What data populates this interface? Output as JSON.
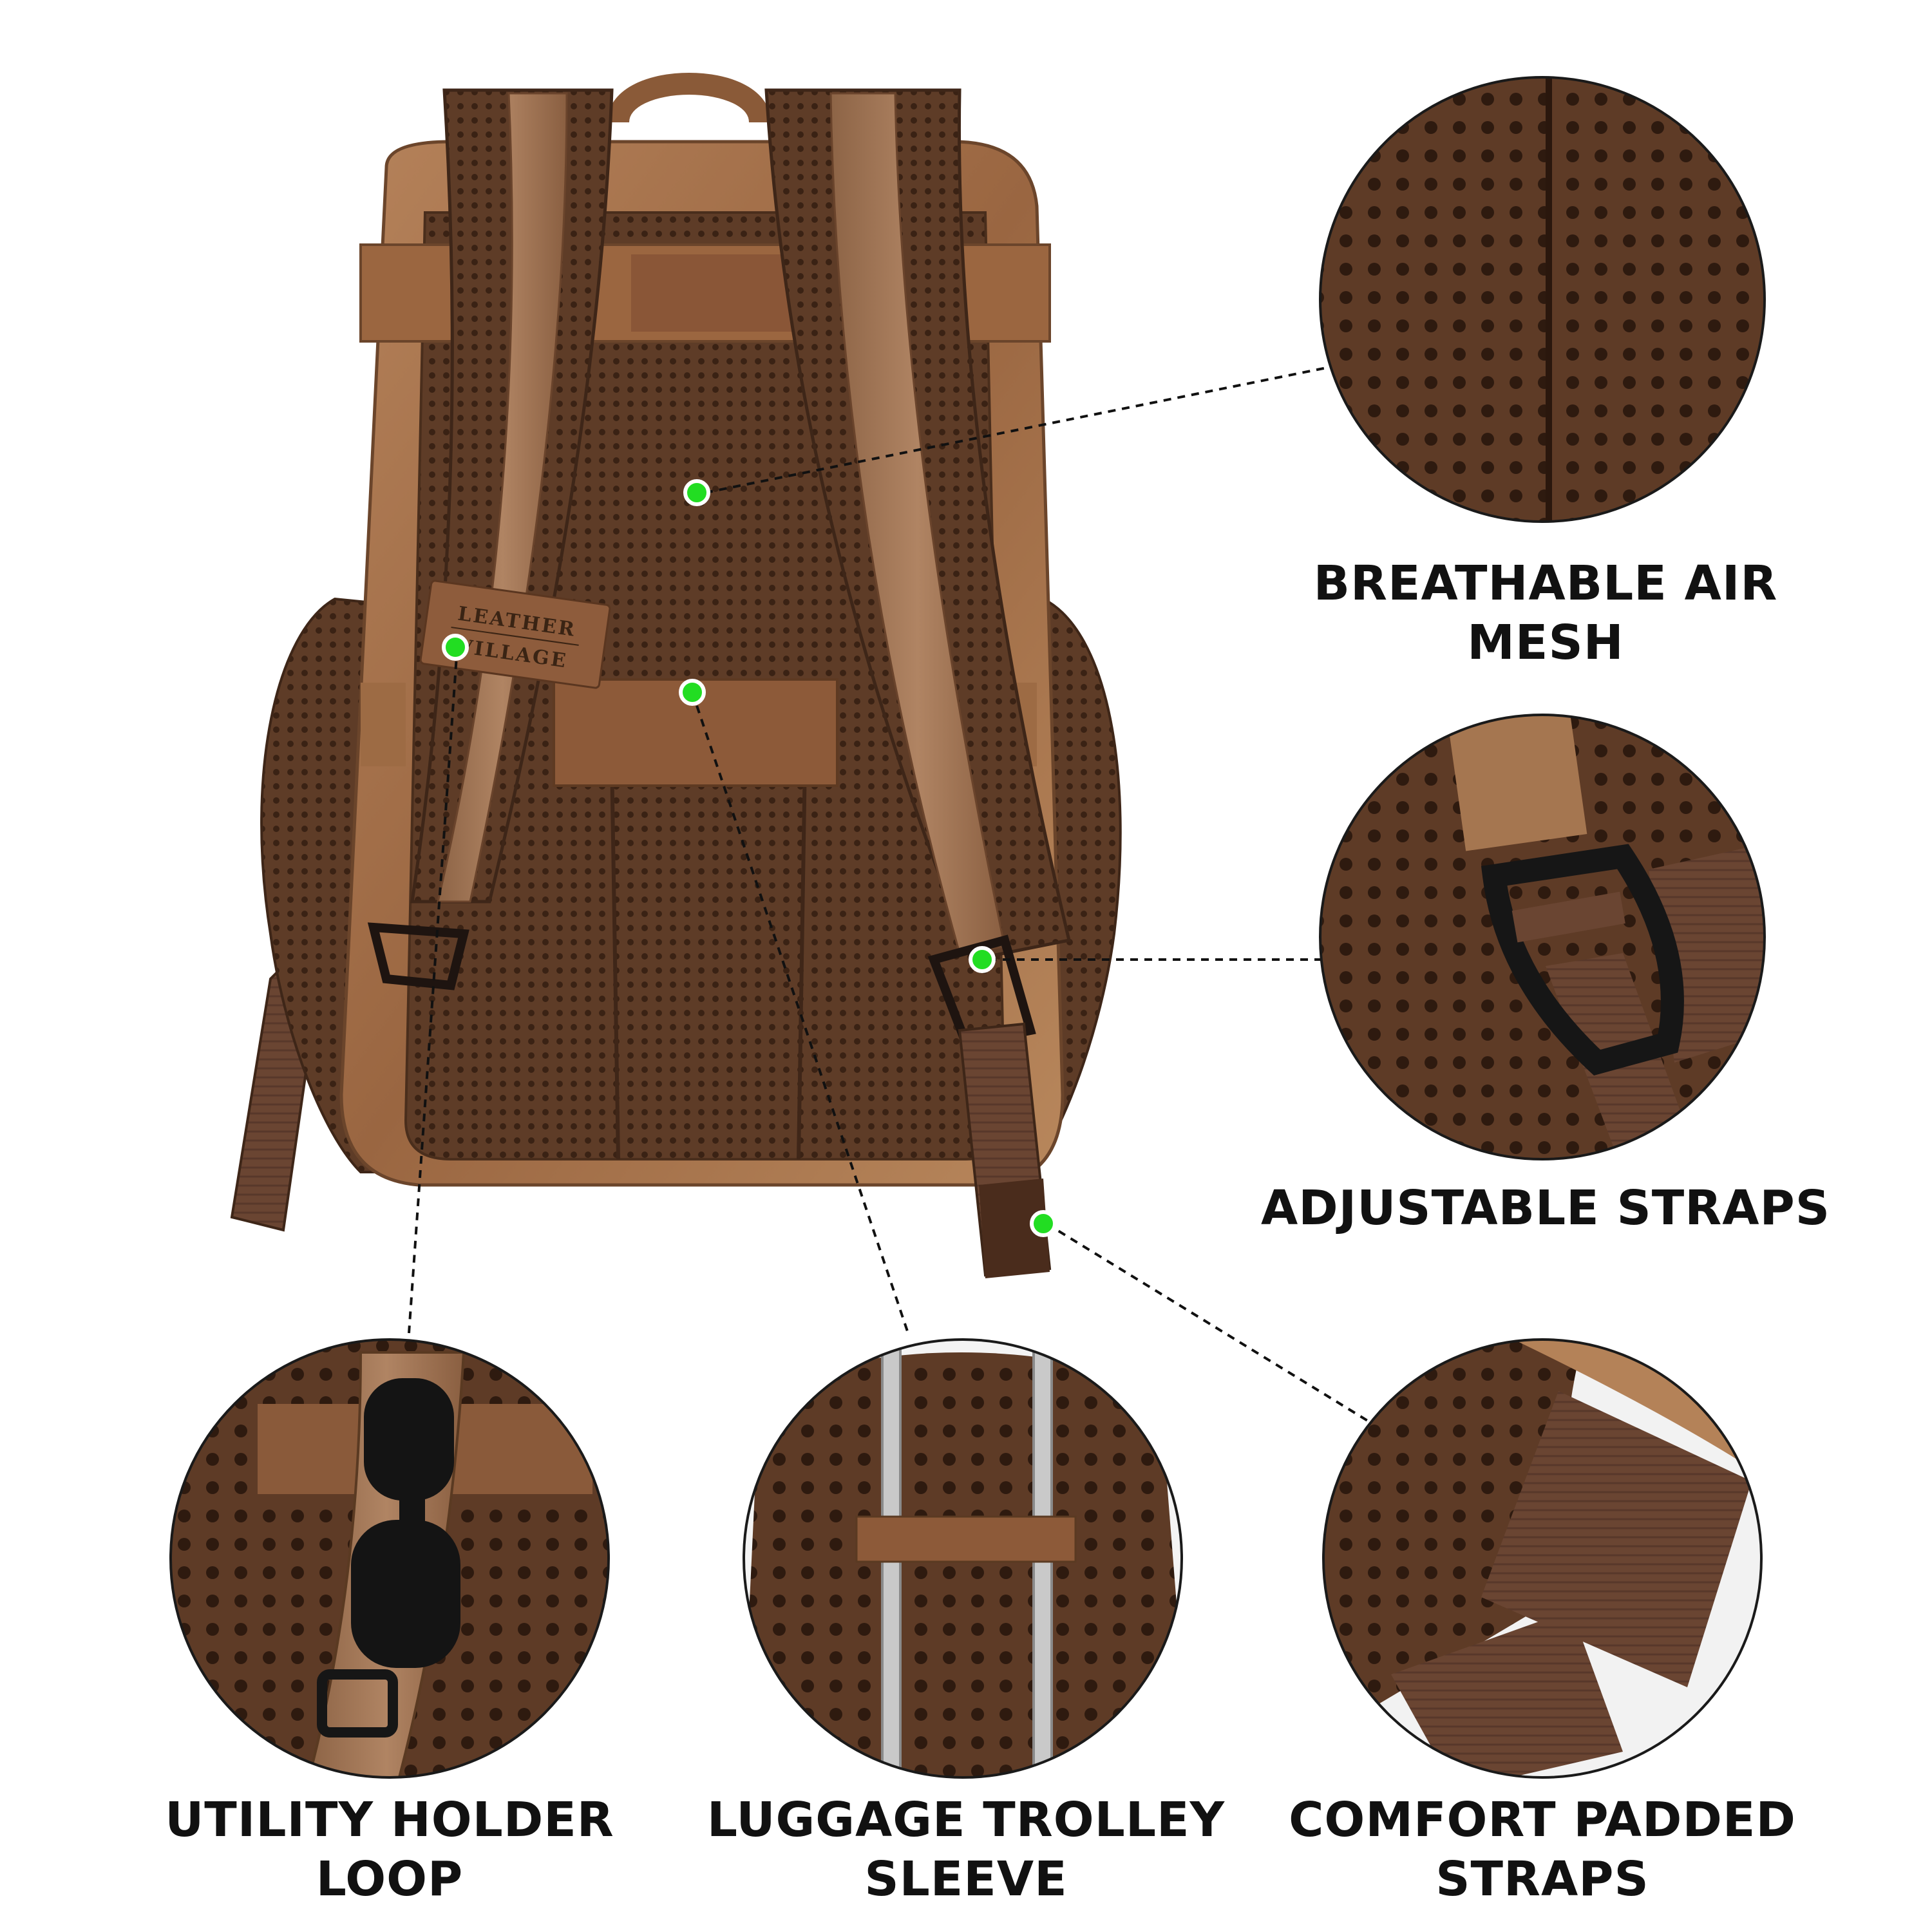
{
  "brand": {
    "line1": "LEATHER",
    "line2": "VILLAGE"
  },
  "features": [
    {
      "id": "mesh",
      "line1": "BREATHABLE AIR",
      "line2": "MESH"
    },
    {
      "id": "adjustable",
      "line1": "ADJUSTABLE STRAPS",
      "line2": ""
    },
    {
      "id": "utility",
      "line1": "UTILITY HOLDER",
      "line2": "LOOP"
    },
    {
      "id": "trolley",
      "line1": "LUGGAGE TROLLEY",
      "line2": "SLEEVE"
    },
    {
      "id": "comfort",
      "line1": "COMFORT PADDED",
      "line2": "STRAPS"
    }
  ],
  "colors": {
    "leather": "#9c6a42",
    "leather_light": "#b98659",
    "mesh": "#5a3a26",
    "strap": "#6a4632",
    "marker": "#22dd22",
    "text": "#111111"
  }
}
